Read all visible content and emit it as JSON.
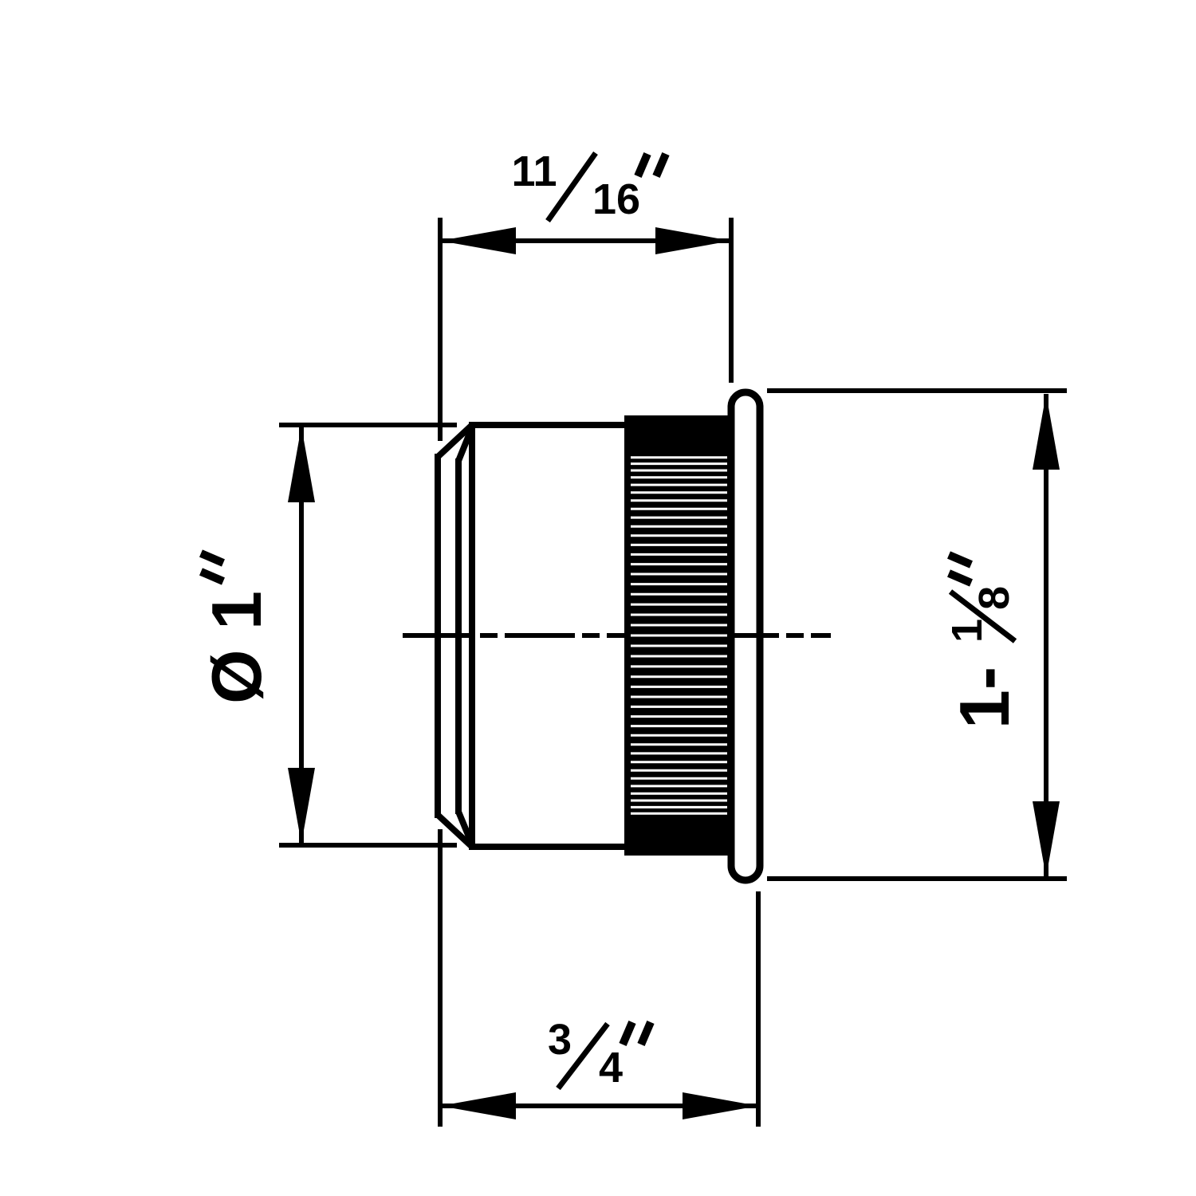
{
  "drawing": {
    "type": "technical-dimension-drawing",
    "subject": "cylinder-with-knurled-section-and-flange",
    "colors": {
      "line": "#000000",
      "background": "#ffffff"
    },
    "dimensions": {
      "top_width": {
        "numerator": "11",
        "denominator": "16",
        "unit": "″",
        "full": "11/16″"
      },
      "left_diameter": {
        "value": "Ø 1",
        "unit": "″",
        "full": "Ø 1″"
      },
      "right_diameter": {
        "whole": "1-",
        "numerator": "1",
        "denominator": "8",
        "unit": "″",
        "full": "1-1/8″"
      },
      "bottom_length": {
        "numerator": "3",
        "denominator": "4",
        "unit": "″",
        "full": "3/4″"
      }
    }
  }
}
